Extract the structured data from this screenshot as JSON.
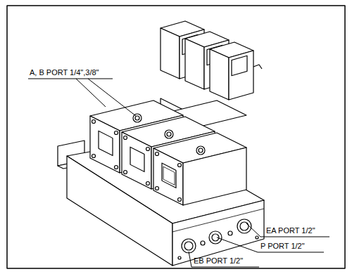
{
  "diagram": {
    "labels": [
      "A, B PORT 1/4\",3/8\"",
      "EA PORT 1/2\"",
      "P PORT 1/2\"",
      "EB PORT 1/2\""
    ]
  }
}
